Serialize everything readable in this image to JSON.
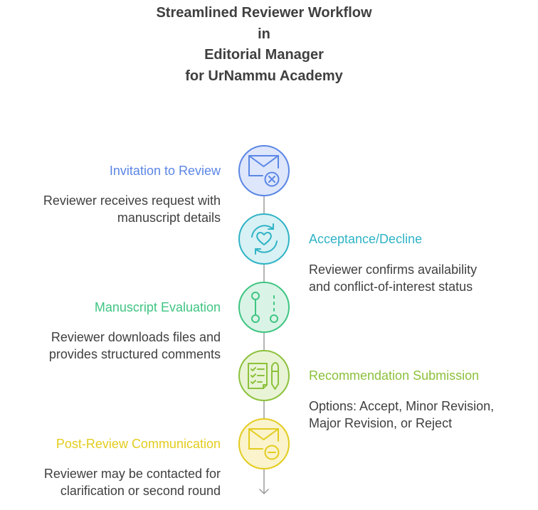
{
  "title": {
    "lines": [
      "Streamlined Reviewer Workflow",
      "in",
      "Editorial Manager",
      "for UrNammu Academy"
    ]
  },
  "steps": [
    {
      "title": "Invitation to Review",
      "desc": [
        "Reviewer receives request with",
        "manuscript details"
      ],
      "color": "#5b86e5",
      "fill": "#dde6fb",
      "icon": "envelope-x-icon",
      "side": "left"
    },
    {
      "title": "Acceptance/Decline",
      "desc": [
        "Reviewer confirms availability",
        "and conflict-of-interest status"
      ],
      "color": "#2fb3c6",
      "fill": "#d8f1f4",
      "icon": "heart-cycle-icon",
      "side": "right"
    },
    {
      "title": "Manuscript Evaluation",
      "desc": [
        "Reviewer downloads files and",
        "provides structured comments"
      ],
      "color": "#3fc582",
      "fill": "#d9f4e6",
      "icon": "branch-icon",
      "side": "left"
    },
    {
      "title": "Recommendation Submission",
      "desc": [
        "Options: Accept, Minor Revision,",
        "Major Revision, or Reject"
      ],
      "color": "#8cc13b",
      "fill": "#e9f4d6",
      "icon": "checklist-pen-icon",
      "side": "right"
    },
    {
      "title": "Post-Review Communication",
      "desc": [
        "Reviewer may be contacted for",
        "clarification or second round"
      ],
      "color": "#e3cc1e",
      "fill": "#faf3cc",
      "icon": "envelope-minus-icon",
      "side": "left"
    }
  ],
  "connector_color": "#9a9a9a"
}
